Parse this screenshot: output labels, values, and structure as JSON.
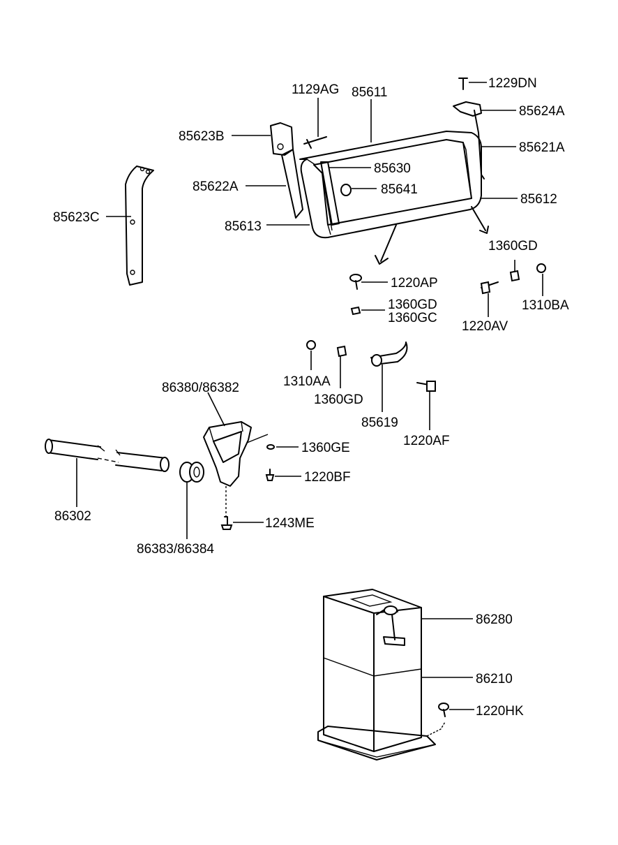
{
  "labels": {
    "p1129AG": "1129AG",
    "p85611": "85611",
    "p1229DN": "1229DN",
    "p85624A": "85624A",
    "p85623B": "85623B",
    "p85621A": "85621A",
    "p85630": "85630",
    "p85622A": "85622A",
    "p85641": "85641",
    "p85612": "85612",
    "p85623C": "85623C",
    "p85613": "85613",
    "p1360GD_a": "1360GD",
    "p1220AP": "1220AP",
    "p1360GD_b": "1360GD",
    "p1360GC": "1360GC",
    "p1310BA": "1310BA",
    "p1220AV": "1220AV",
    "p1310AA": "1310AA",
    "p1360GD_c": "1360GD",
    "p86380_86382": "86380/86382",
    "p85619": "85619",
    "p1220AF": "1220AF",
    "p1360GE": "1360GE",
    "p1220BF": "1220BF",
    "p86302": "86302",
    "p1243ME": "1243ME",
    "p86383_86384": "86383/86384",
    "p86280": "86280",
    "p86210": "86210",
    "p1220HK": "1220HK"
  }
}
